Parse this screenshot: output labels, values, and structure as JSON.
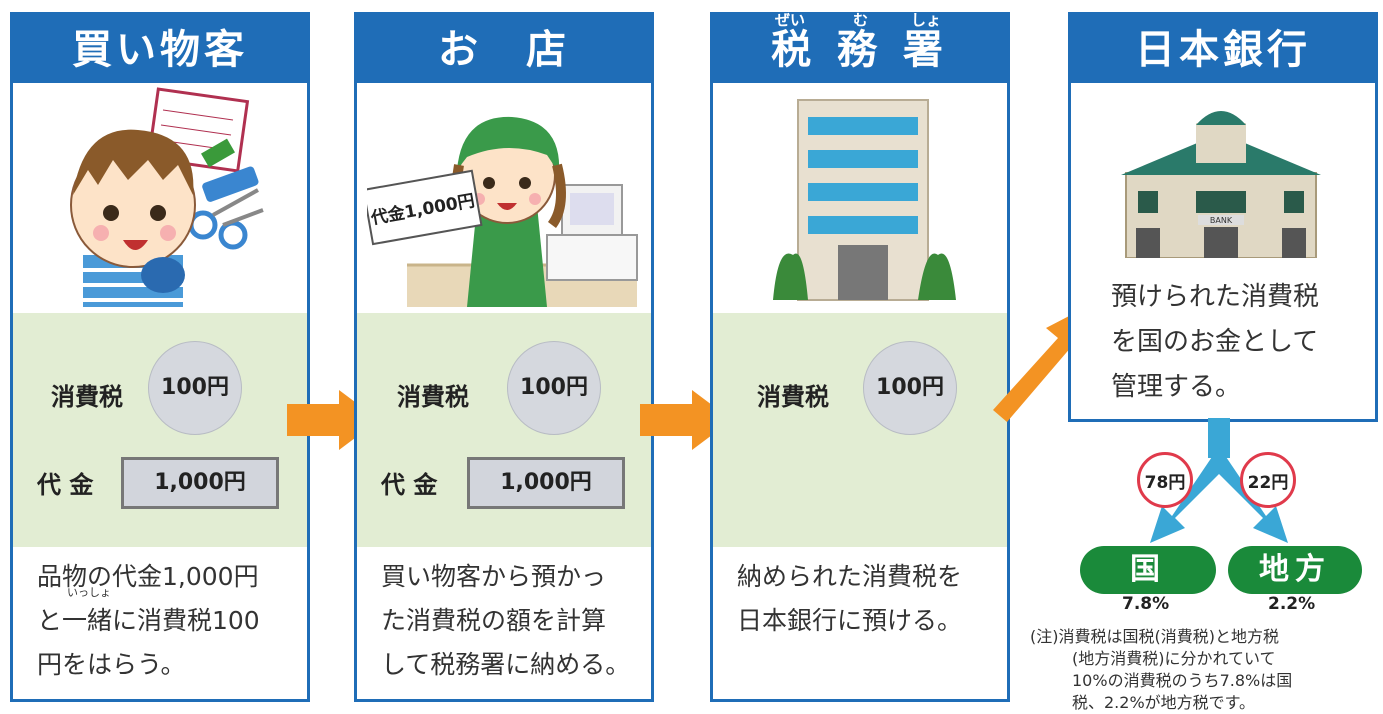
{
  "panels": {
    "shopper": {
      "title": "買い物客",
      "tax_label": "消費税",
      "tax_value": "100円",
      "price_label": "代 金",
      "price_value": "1,000円",
      "desc_lines": [
        "品物の代金1,000円",
        "と一緒に消費税100",
        "円をはらう。"
      ],
      "ruby": "いっしょ"
    },
    "shop": {
      "title": "お　店",
      "sign": "代金1,000円",
      "tax_label": "消費税",
      "tax_value": "100円",
      "price_label": "代 金",
      "price_value": "1,000円",
      "desc_lines": [
        "買い物客から預かっ",
        "た消費税の額を計算",
        "して税務署に納める。"
      ]
    },
    "tax_office": {
      "title": "税 務 署",
      "ruby": [
        "ぜい",
        "む",
        "しょ"
      ],
      "tax_label": "消費税",
      "tax_value": "100円",
      "desc_lines": [
        "納められた消費税を",
        "日本銀行に預ける。"
      ]
    },
    "boj": {
      "title": "日本銀行",
      "bank_sign": "BANK",
      "desc_lines": [
        "預けられた消費税",
        "を国のお金として",
        "管理する。"
      ]
    }
  },
  "split": {
    "national": {
      "amount": "78円",
      "label": "国",
      "pct": "7.8%"
    },
    "local": {
      "amount": "22円",
      "label": "地方",
      "pct": "2.2%"
    }
  },
  "note_lines": [
    "(注)消費税は国税(消費税)と地方税",
    "(地方消費税)に分かれていて",
    "10%の消費税のうち7.8%は国",
    "税、2.2%が地方税です。"
  ],
  "colors": {
    "header": "#1f6db7",
    "arrow": "#f39323",
    "green_band": "#e2edd3",
    "pill": "#1a8a3a",
    "split_arrow": "#3aa7d6",
    "circle_border": "#e03a4b"
  }
}
